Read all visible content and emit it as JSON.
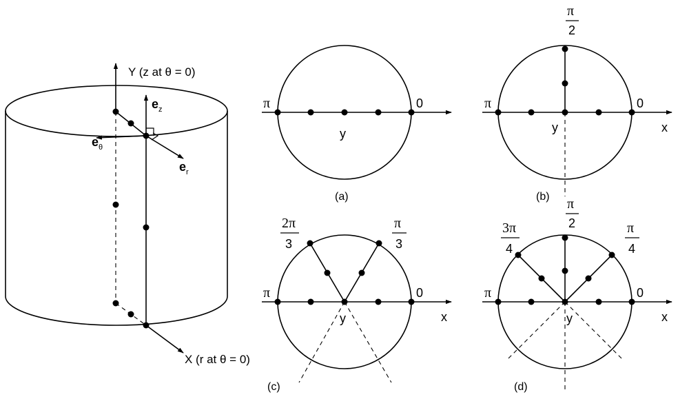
{
  "cylinder": {
    "axis_y_label": "Y (z at θ = 0)",
    "axis_x_label": "X (r at θ = 0)",
    "vec_z": "e",
    "vec_z_sub": "z",
    "vec_theta": "e",
    "vec_theta_sub": "θ",
    "vec_r": "e",
    "vec_r_sub": "r"
  },
  "panels": {
    "a": {
      "caption": "(a)",
      "left_angle": "π",
      "right_angle": "0",
      "center_label": "y"
    },
    "b": {
      "caption": "(b)",
      "left_angle": "π",
      "right_angle": "0",
      "top_num": "π",
      "top_den": "2",
      "center_label": "y",
      "axis_label": "x"
    },
    "c": {
      "caption": "(c)",
      "left_angle": "π",
      "right_angle": "0",
      "ul_num": "2π",
      "ul_den": "3",
      "ur_num": "π",
      "ur_den": "3",
      "center_label": "y",
      "axis_label": "x"
    },
    "d": {
      "caption": "(d)",
      "left_angle": "π",
      "right_angle": "0",
      "top_num": "π",
      "top_den": "2",
      "ul_num": "3π",
      "ul_den": "4",
      "ur_num": "π",
      "ur_den": "4",
      "center_label": "y",
      "axis_label": "x"
    }
  }
}
